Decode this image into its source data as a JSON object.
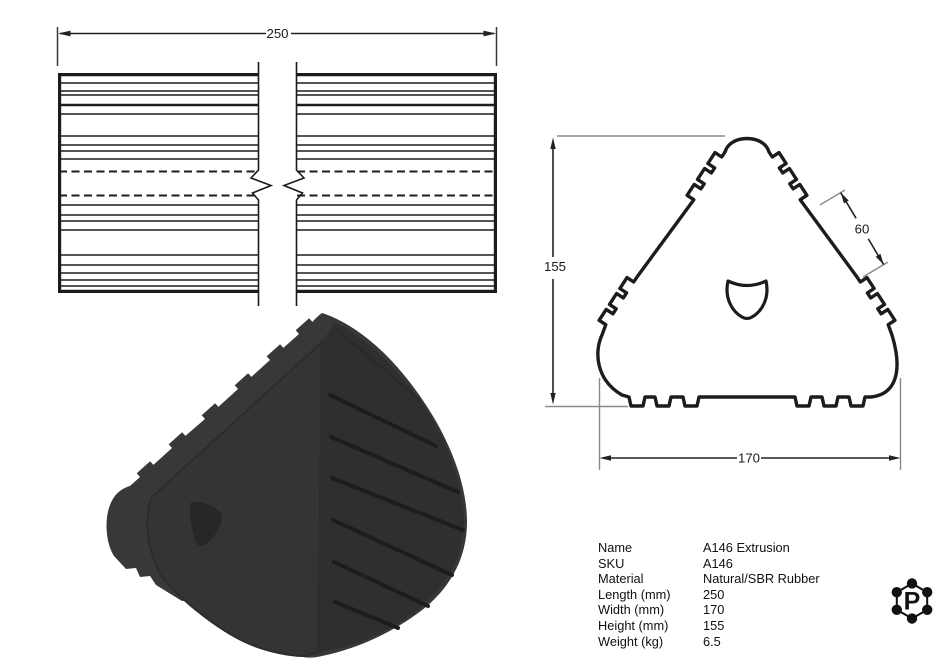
{
  "drawings": {
    "side_view": {
      "length_label": "250"
    },
    "cross_section": {
      "height_label": "155",
      "width_label": "170",
      "side_segment_label": "60"
    }
  },
  "spec_table": {
    "rows": [
      {
        "label": "Name",
        "value": "A146 Extrusion"
      },
      {
        "label": "SKU",
        "value": "A146"
      },
      {
        "label": "Material",
        "value": "Natural/SBR Rubber"
      },
      {
        "label": "Length (mm)",
        "value": "250"
      },
      {
        "label": "Width (mm)",
        "value": "170"
      },
      {
        "label": "Height (mm)",
        "value": "155"
      },
      {
        "label": "Weight (kg)",
        "value": "6.5"
      }
    ]
  },
  "logo": {
    "letter": "P"
  },
  "colors": {
    "background": "#ffffff",
    "line": "#1c1c1c",
    "extension_line": "#8a8a8a",
    "render_body": "#383838",
    "render_shadow": "#2f2f2f",
    "render_groove": "#1d1d1d"
  }
}
